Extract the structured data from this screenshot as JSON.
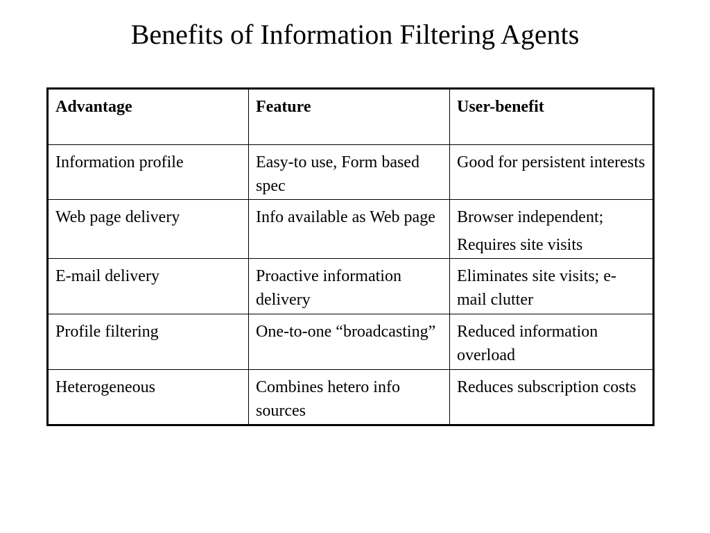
{
  "slide": {
    "title": "Benefits of Information Filtering Agents"
  },
  "table": {
    "headers": [
      "Advantage",
      "Feature",
      "User-benefit"
    ],
    "rows": [
      {
        "advantage": "Information profile",
        "feature": "Easy-to use, Form based spec",
        "benefit": "Good for persistent interests"
      },
      {
        "advantage": "Web page delivery",
        "feature": "Info available as Web page",
        "benefit_lines": [
          "Browser independent;",
          "Requires site visits"
        ]
      },
      {
        "advantage": "E-mail delivery",
        "feature": "Proactive information delivery",
        "benefit": "Eliminates site visits; e-mail clutter"
      },
      {
        "advantage": "Profile filtering",
        "feature": "One-to-one “broadcasting”",
        "benefit": "Reduced information overload"
      },
      {
        "advantage": "Heterogeneous",
        "feature": "Combines hetero info sources",
        "benefit": "Reduces subscription costs"
      }
    ]
  }
}
